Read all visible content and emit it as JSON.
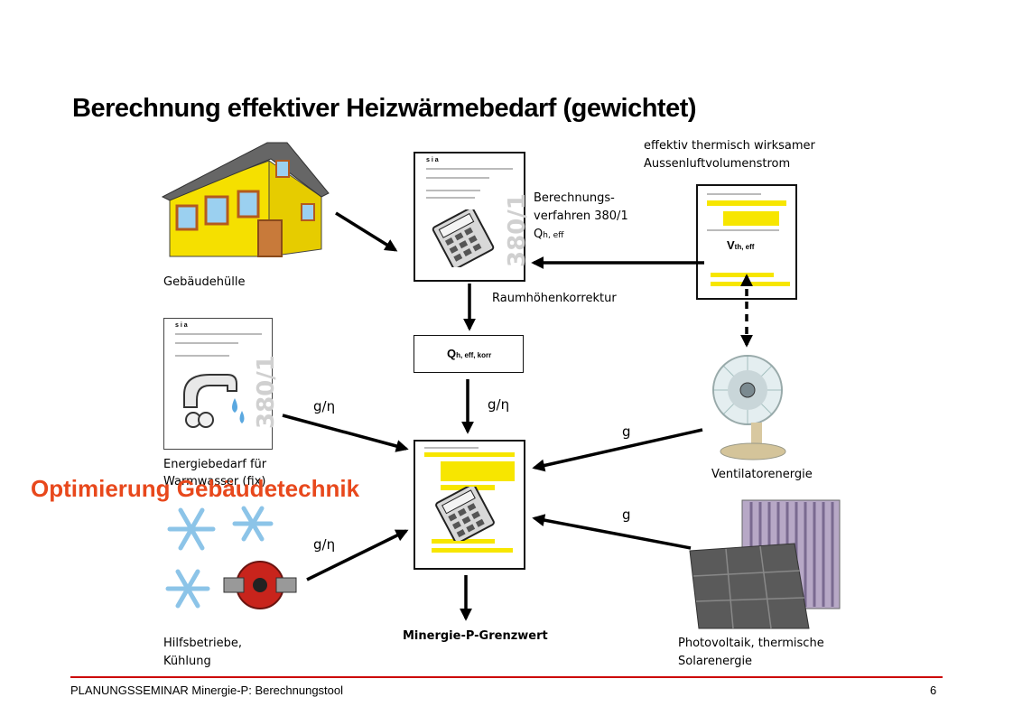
{
  "title": "Berechnung effektiver Heizwärmebedarf (gewichtet)",
  "labels": {
    "building": "Gebäudehülle",
    "calc_line1": "Berechnungs-",
    "calc_line2": "verfahren 380/1",
    "calc_q": "Q",
    "calc_q_sub": "h, eff",
    "airflow_line1": "effektiv thermisch wirksamer",
    "airflow_line2": "Aussenluftvolumenstrom",
    "v_symbol": "V",
    "v_sub": "th, eff",
    "height_correction": "Raumhöhenkorrektur",
    "q_corr": "Q",
    "q_corr_sub": "h, eff, korr",
    "warmwater_line1": "Energiebedarf für",
    "warmwater_line2": "Warmwasser (fix)",
    "fan": "Ventilatorenergie",
    "aux_line1": "Hilfsbetriebe,",
    "aux_line2": "Kühlung",
    "pv_line1": "Photovoltaik, thermische",
    "pv_line2": "Solarenergie",
    "result": "Minergie-P-Grenzwert",
    "weight_g_eta_1": "g/η",
    "weight_g_eta_2": "g/η",
    "weight_g_eta_3": "g/η",
    "weight_g_1": "g",
    "weight_g_2": "g",
    "doc_num_1": "380/1",
    "doc_num_2": "380/1",
    "sia_1": "s i a",
    "sia_2": "s i a"
  },
  "overlay": "Optimierung Gebäudetechnik",
  "footer": "PLANUNGSSEMINAR Minergie-P: Berechnungstool",
  "page_number": "6",
  "colors": {
    "accent": "#e8481c",
    "footer_rule": "#cc0000",
    "highlight": "#f7e600",
    "house": "#f5e000"
  }
}
